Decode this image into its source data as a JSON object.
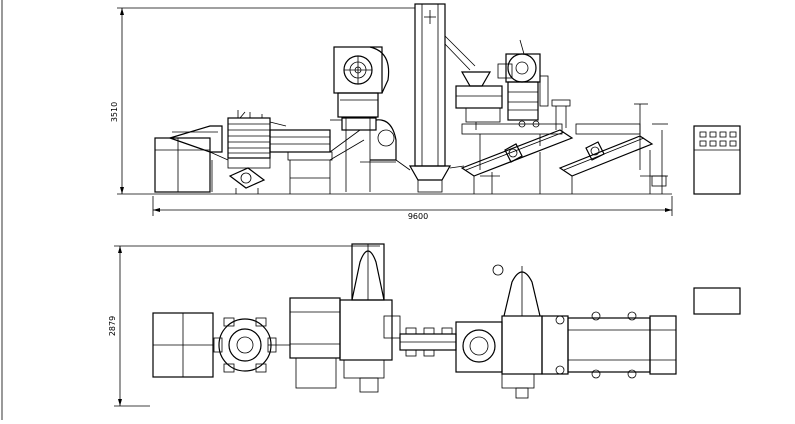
{
  "dimensions": {
    "overall_length": "9600",
    "elevation_height": "3510",
    "plan_width": "2879"
  },
  "views": {
    "elevation": "front-elevation",
    "plan": "top-plan"
  }
}
